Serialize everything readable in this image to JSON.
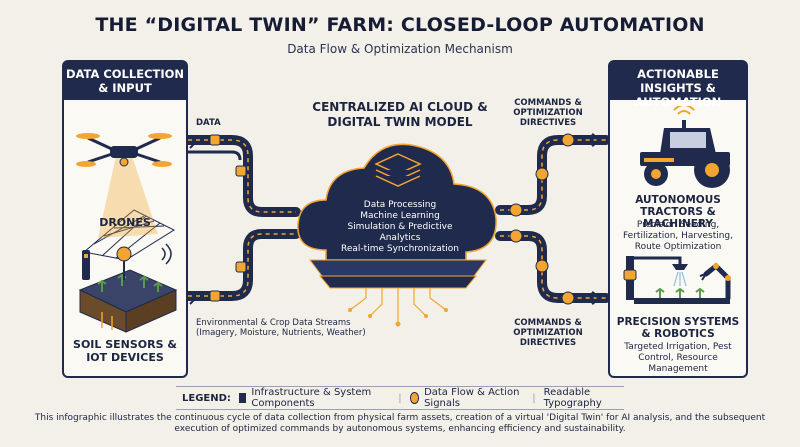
{
  "title": "THE “DIGITAL TWIN” FARM: CLOSED-LOOP AUTOMATION",
  "subtitle": "Data Flow & Optimization Mechanism",
  "left_panel": {
    "header": "DATA COLLECTION & INPUT",
    "drones_label": "DRONES",
    "sensors_label": "SOIL SENSORS & IOT DEVICES"
  },
  "center": {
    "title": "CENTRALIZED AI CLOUD & DIGITAL TWIN MODEL",
    "lines": [
      "Data Processing",
      "Machine Learning",
      "Simulation & Predictive Analytics",
      "Real-time Synchronization"
    ]
  },
  "flows": {
    "data_label": "DATA",
    "streams_label": "Environmental & Crop Data Streams",
    "streams_sub": "(Imagery, Moisture, Nutrients, Weather)",
    "commands_top": "COMMANDS & OPTIMIZATION DIRECTIVES",
    "commands_bottom": "COMMANDS & OPTIMIZATION DIRECTIVES"
  },
  "right_panel": {
    "header": "ACTIONABLE INSIGHTS & AUTOMATION",
    "tractors_title": "AUTONOMOUS TRACTORS & MACHINERY",
    "tractors_desc": "Precision Seeding, Fertilization, Harvesting, Route Optimization",
    "robots_title": "PRECISION SYSTEMS & ROBOTICS",
    "robots_desc": "Targeted Irrigation, Pest Control, Resource Management"
  },
  "legend": {
    "label": "LEGEND:",
    "item1": "Infrastructure & System Components",
    "item2": "Data Flow & Action Signals",
    "item3": "Readable Typography"
  },
  "footer": "This infographic illustrates the continuous cycle of data collection from physical farm assets, creation of a virtual 'Digital Twin' for AI analysis, and the subsequent execution of optimized commands by autonomous systems, enhancing efficiency and sustainability.",
  "colors": {
    "navy": "#1f2a4d",
    "accent": "#f2a531",
    "background": "#f3f0ea"
  }
}
